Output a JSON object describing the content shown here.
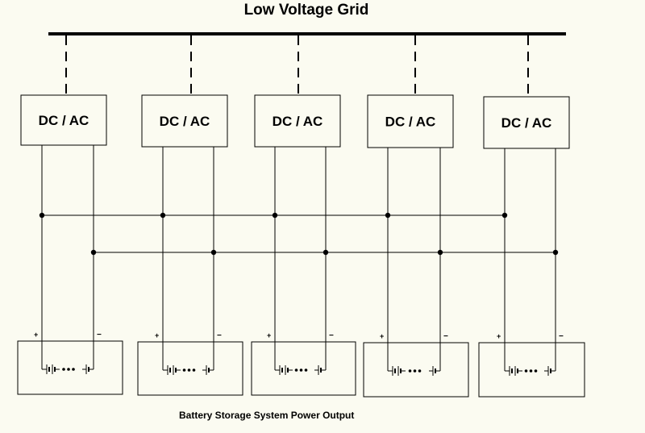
{
  "title": "Low Voltage Grid",
  "caption": "Battery Storage System Power Output",
  "converter_label": "DC / AC",
  "plus_sign": "+",
  "minus_sign": "−",
  "battery_symbol": "⊣|⊢ ••• ⊣|",
  "unit_count": 5
}
